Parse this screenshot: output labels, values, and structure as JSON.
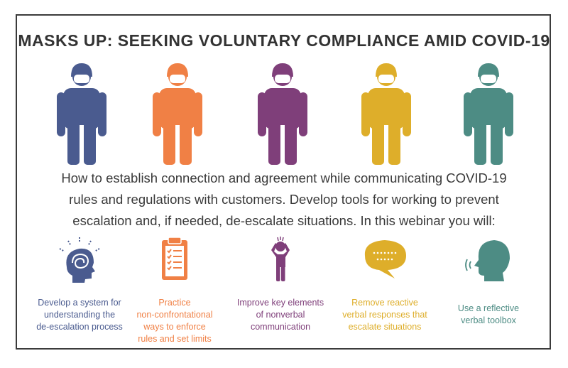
{
  "title": "MASKS UP: SEEKING VOLUNTARY COMPLIANCE AMID COVID-19",
  "figures": [
    {
      "color": "#4a5b8f"
    },
    {
      "color": "#f08045"
    },
    {
      "color": "#7f3f7a"
    },
    {
      "color": "#deae2a"
    },
    {
      "color": "#4d8c84"
    }
  ],
  "intro": {
    "lines": [
      "How to establish connection and agreement while communicating COVID-19",
      "rules and regulations with customers. Develop tools for working to prevent",
      "escalation and, if needed, de-escalate situations. In this webinar you will:"
    ]
  },
  "items": [
    {
      "icon": "head-thinking-icon",
      "color": "#4a5b8f",
      "lines": [
        "Develop a system for",
        "understanding the",
        "de-escalation process"
      ]
    },
    {
      "icon": "clipboard-checklist-icon",
      "color": "#f08045",
      "lines": [
        "Practice",
        "non-confrontational",
        "ways to enforce",
        "rules and set limits"
      ]
    },
    {
      "icon": "stressed-person-icon",
      "color": "#7f3f7a",
      "lines": [
        "Improve key elements",
        "of nonverbal",
        "communication"
      ]
    },
    {
      "icon": "speech-bubble-icon",
      "color": "#deae2a",
      "lines": [
        "Remove reactive",
        "verbal responses that",
        "escalate situations"
      ]
    },
    {
      "icon": "speaking-head-icon",
      "color": "#4d8c84",
      "lines": [
        "Use a reflective",
        "verbal toolbox"
      ]
    }
  ]
}
